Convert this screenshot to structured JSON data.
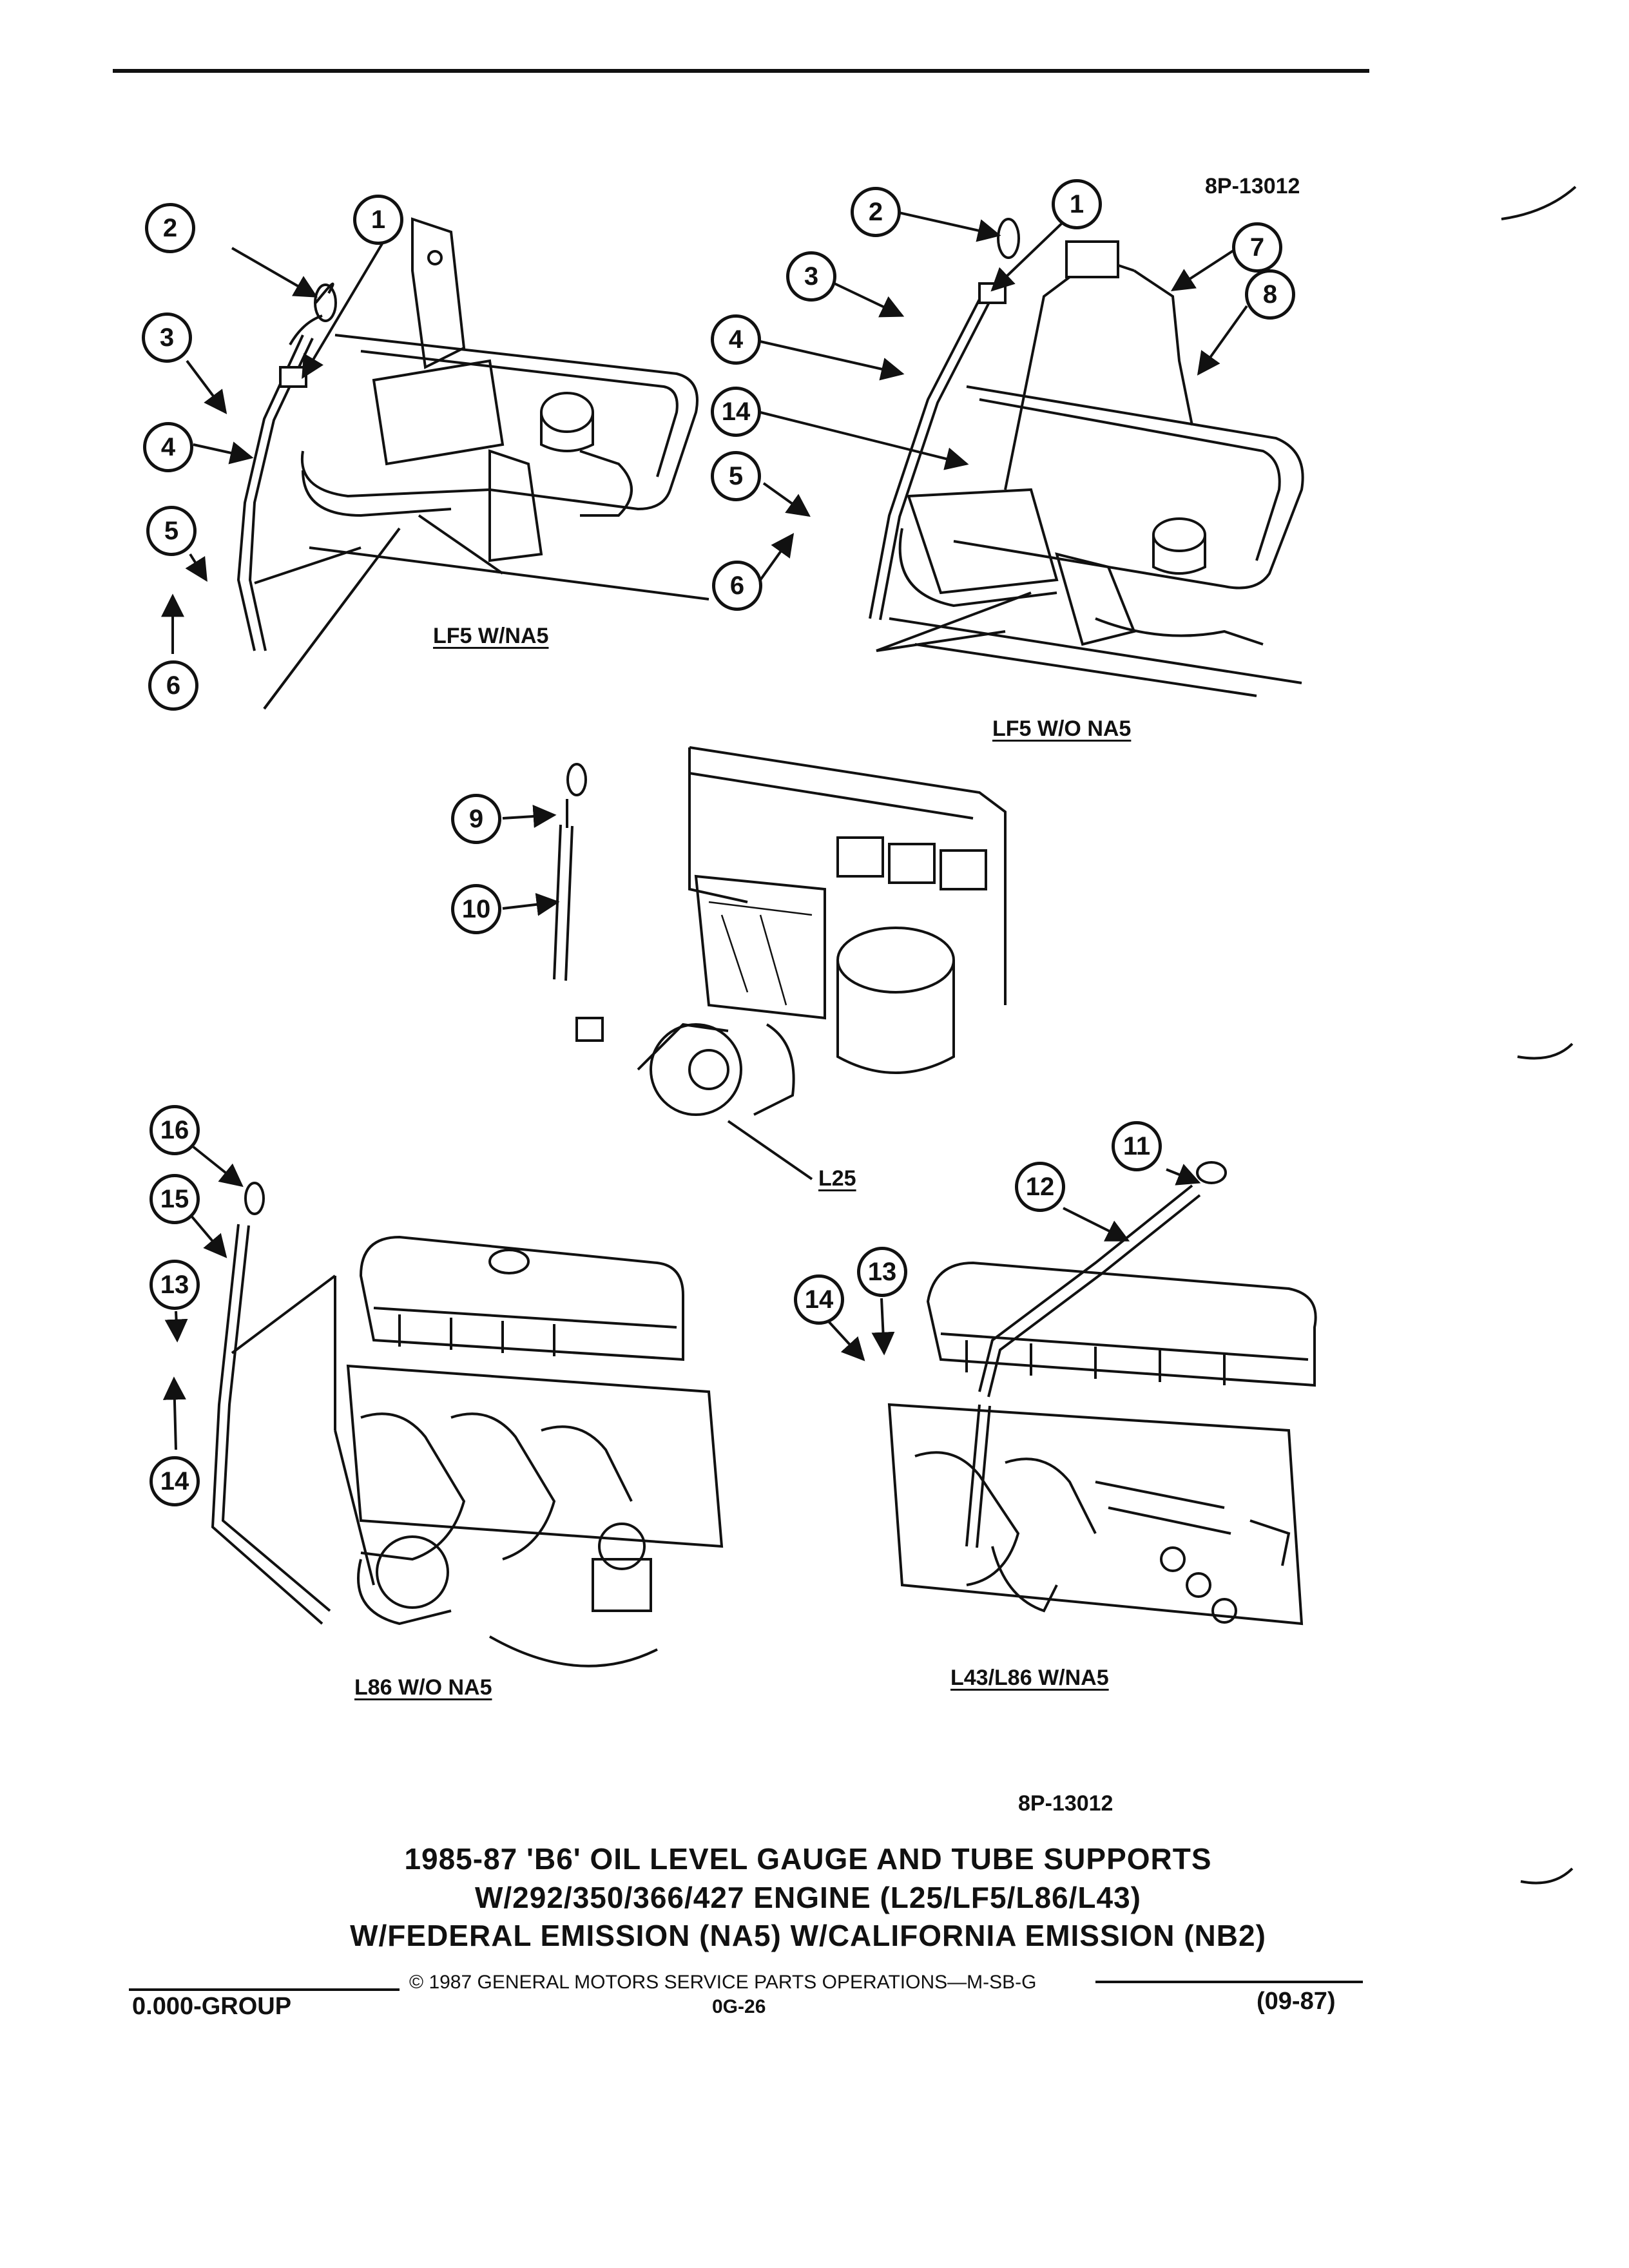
{
  "diagram_id_top": "8P-13012",
  "diagram_id_bottom": "8P-13012",
  "views": {
    "lf5_with_na5": "LF5 W/NA5",
    "lf5_without_na5": "LF5 W/O NA5",
    "l25": "L25",
    "l86_without_na5": "L86 W/O NA5",
    "l43_l86_with_na5": "L43/L86 W/NA5"
  },
  "callouts": {
    "c1": "1",
    "c2": "2",
    "c3": "3",
    "c4": "4",
    "c5": "5",
    "c6": "6",
    "c7": "7",
    "c8": "8",
    "c9": "9",
    "c10": "10",
    "c11": "11",
    "c12": "12",
    "c13": "13",
    "c14": "14",
    "c15": "15",
    "c16": "16"
  },
  "title": {
    "line1": "1985-87 'B6' OIL LEVEL GAUGE AND TUBE SUPPORTS",
    "line2": "W/292/350/366/427 ENGINE (L25/LF5/L86/L43)",
    "line3": "W/FEDERAL EMISSION (NA5) W/CALIFORNIA EMISSION (NB2)"
  },
  "footer": {
    "copyright": "© 1987 GENERAL MOTORS SERVICE PARTS OPERATIONS—M-SB-G",
    "group": "0.000-GROUP",
    "page": "0G-26",
    "date": "(09-87)"
  }
}
